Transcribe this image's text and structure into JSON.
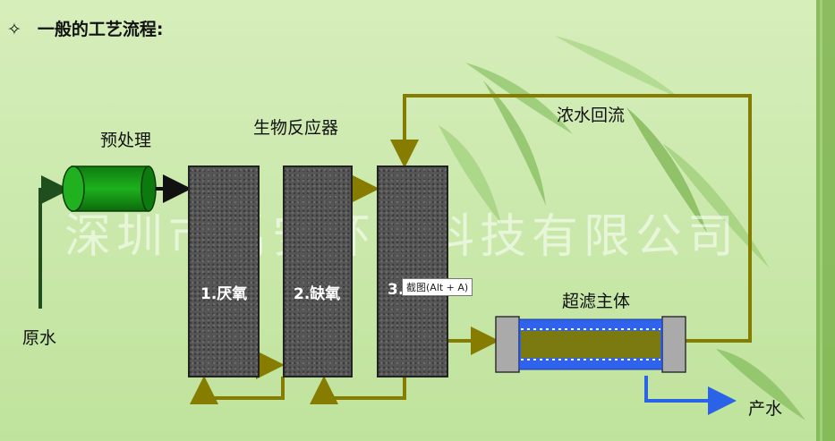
{
  "header": {
    "bullet": "✧",
    "title": "一般的工艺流程:"
  },
  "labels": {
    "pretreatment": "预处理",
    "bioreactor": "生物反应器",
    "concentrate_recycle": "浓水回流",
    "raw_water": "原水",
    "uf_body": "超滤主体",
    "product_water": "产水"
  },
  "watermark": "深圳市禹安环境科技有限公司",
  "tanks": {
    "anaerobic": "1.厌氧",
    "anoxic": "2.缺氧",
    "aerobic": "3."
  },
  "tooltip": "截图(Alt + A)",
  "colors": {
    "flow_line": "#857c00",
    "inlet_line": "#1f4e1f",
    "product_line": "#2a63e8",
    "pretreat_cylinder": "#159415",
    "uf_outer": "#2f63ee",
    "uf_core": "#7b7a10"
  }
}
